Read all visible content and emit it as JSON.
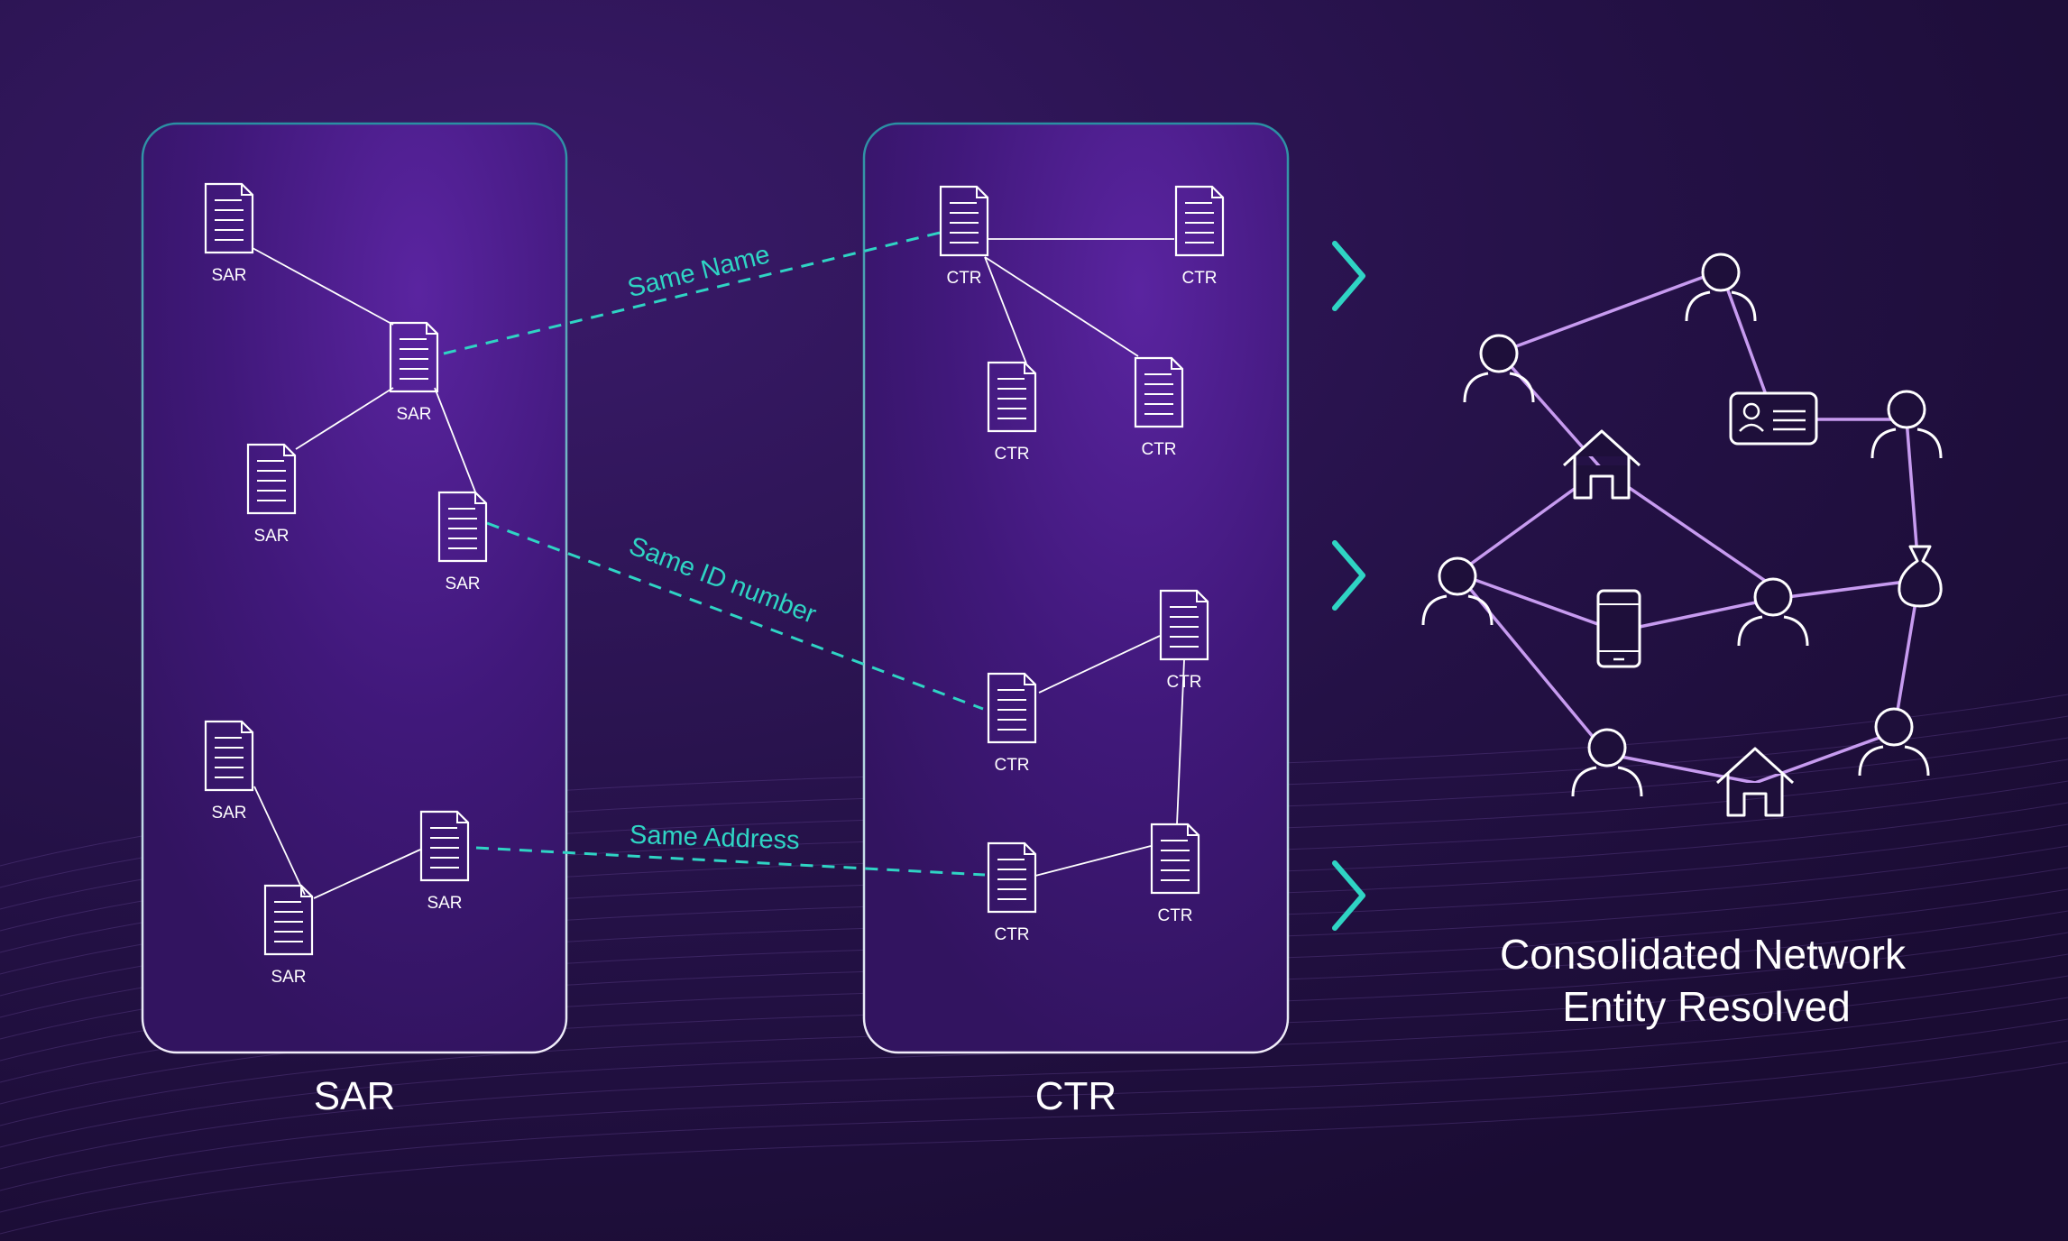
{
  "colors": {
    "background": "#1e0f3a",
    "panel_glow": "#5a24a0",
    "panel_border": "#e9e4f5",
    "link_cyan": "#2fd4c4",
    "network_line": "#c79bf0",
    "icon_white": "#ffffff"
  },
  "sar_panel": {
    "title": "SAR",
    "docs": [
      {
        "label": "SAR"
      },
      {
        "label": "SAR"
      },
      {
        "label": "SAR"
      },
      {
        "label": "SAR"
      },
      {
        "label": "SAR"
      },
      {
        "label": "SAR"
      },
      {
        "label": "SAR"
      }
    ]
  },
  "ctr_panel": {
    "title": "CTR",
    "docs": [
      {
        "label": "CTR"
      },
      {
        "label": "CTR"
      },
      {
        "label": "CTR"
      },
      {
        "label": "CTR"
      },
      {
        "label": "CTR"
      },
      {
        "label": "CTR"
      },
      {
        "label": "CTR"
      },
      {
        "label": "CTR"
      }
    ]
  },
  "links": [
    {
      "label": "Same Name"
    },
    {
      "label": "Same ID number"
    },
    {
      "label": "Same Address"
    }
  ],
  "arrows": [
    "chevron-right-icon",
    "chevron-right-icon",
    "chevron-right-icon"
  ],
  "network": {
    "caption_line1": "Consolidated Network",
    "caption_line2": "Entity Resolved",
    "node_icons": [
      "person-icon",
      "house-icon",
      "id-card-icon",
      "phone-icon",
      "money-bag-icon"
    ]
  }
}
